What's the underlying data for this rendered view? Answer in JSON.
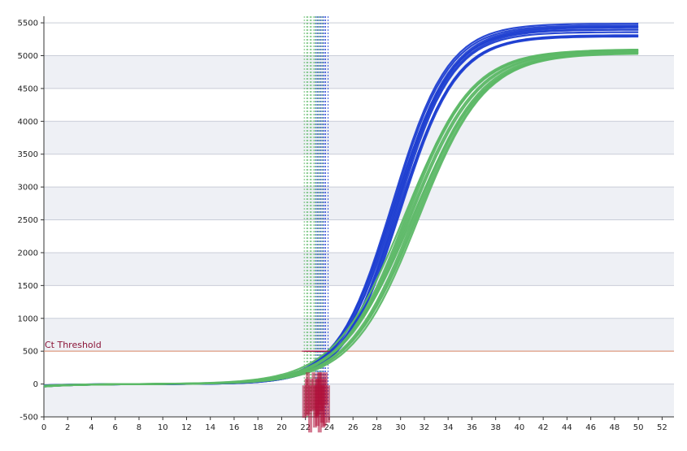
{
  "chart_data": {
    "type": "line",
    "title": "",
    "xlabel": "",
    "ylabel": "",
    "xlim": [
      0,
      53
    ],
    "ylim": [
      -500,
      5600
    ],
    "x_ticks": [
      0,
      2,
      4,
      6,
      8,
      10,
      12,
      14,
      16,
      18,
      20,
      22,
      24,
      26,
      28,
      30,
      32,
      34,
      36,
      38,
      40,
      42,
      44,
      46,
      48,
      50,
      52
    ],
    "y_ticks": [
      -500,
      0,
      500,
      1000,
      1500,
      2000,
      2500,
      3000,
      3500,
      4000,
      4500,
      5000,
      5500
    ],
    "grid": true,
    "legend": "none",
    "threshold": {
      "label": "Ct Threshold",
      "value": 500,
      "color": "#e08a6a",
      "label_color": "#8b1538"
    },
    "series_groups": [
      {
        "color": "#1f3fd1",
        "model": "sigmoid",
        "count": 10,
        "plateau": [
          5260,
          5540
        ],
        "midpoint": [
          29.3,
          30.0
        ],
        "slope": [
          2.25,
          2.45
        ],
        "ct_values": [
          22.9,
          23.0,
          23.1,
          23.2,
          23.3,
          23.4,
          23.5,
          23.6,
          23.7,
          23.9
        ]
      },
      {
        "color": "#5cb866",
        "model": "sigmoid",
        "count": 10,
        "plateau": [
          5020,
          5110
        ],
        "midpoint": [
          30.3,
          31.5
        ],
        "slope": [
          2.7,
          3.0
        ],
        "ct_values": [
          21.9,
          22.1,
          22.2,
          22.4,
          22.5,
          22.7,
          22.8,
          23.0,
          23.2,
          23.4
        ]
      }
    ],
    "x_range": [
      0,
      50
    ],
    "x_step": 0.5
  }
}
